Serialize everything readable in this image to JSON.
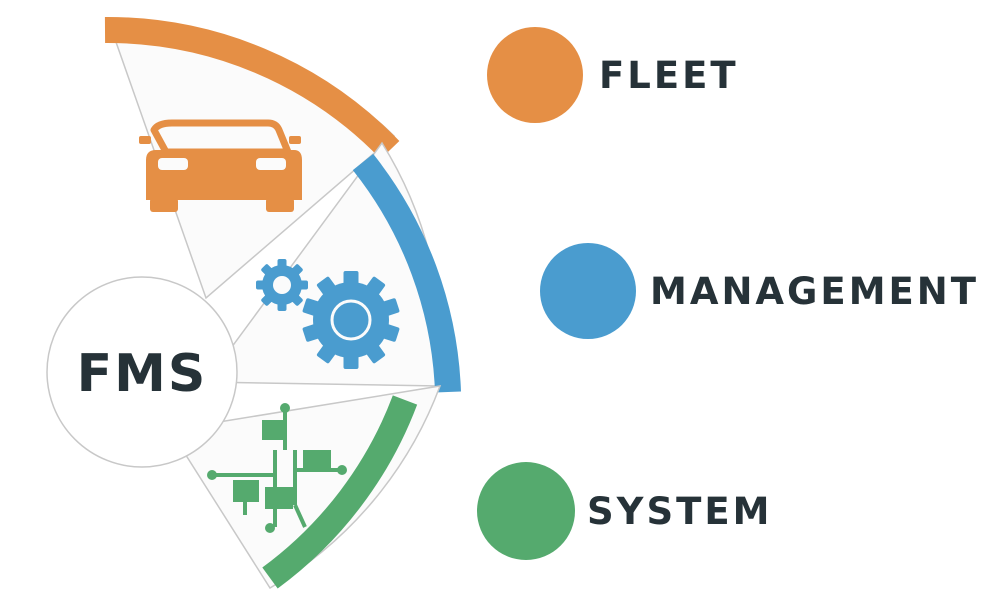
{
  "center": {
    "label": "FMS"
  },
  "segments": [
    {
      "label": "FLEET",
      "color": "#E58F45",
      "icon": "car-icon"
    },
    {
      "label": "MANAGEMENT",
      "color": "#4A9CCF",
      "icon": "gears-icon"
    },
    {
      "label": "SYSTEM",
      "color": "#55AA6E",
      "icon": "circuit-icon"
    }
  ],
  "colors": {
    "text": "#263238",
    "panel_fill": "#FBFBFB",
    "panel_stroke": "#C8C8C8"
  }
}
